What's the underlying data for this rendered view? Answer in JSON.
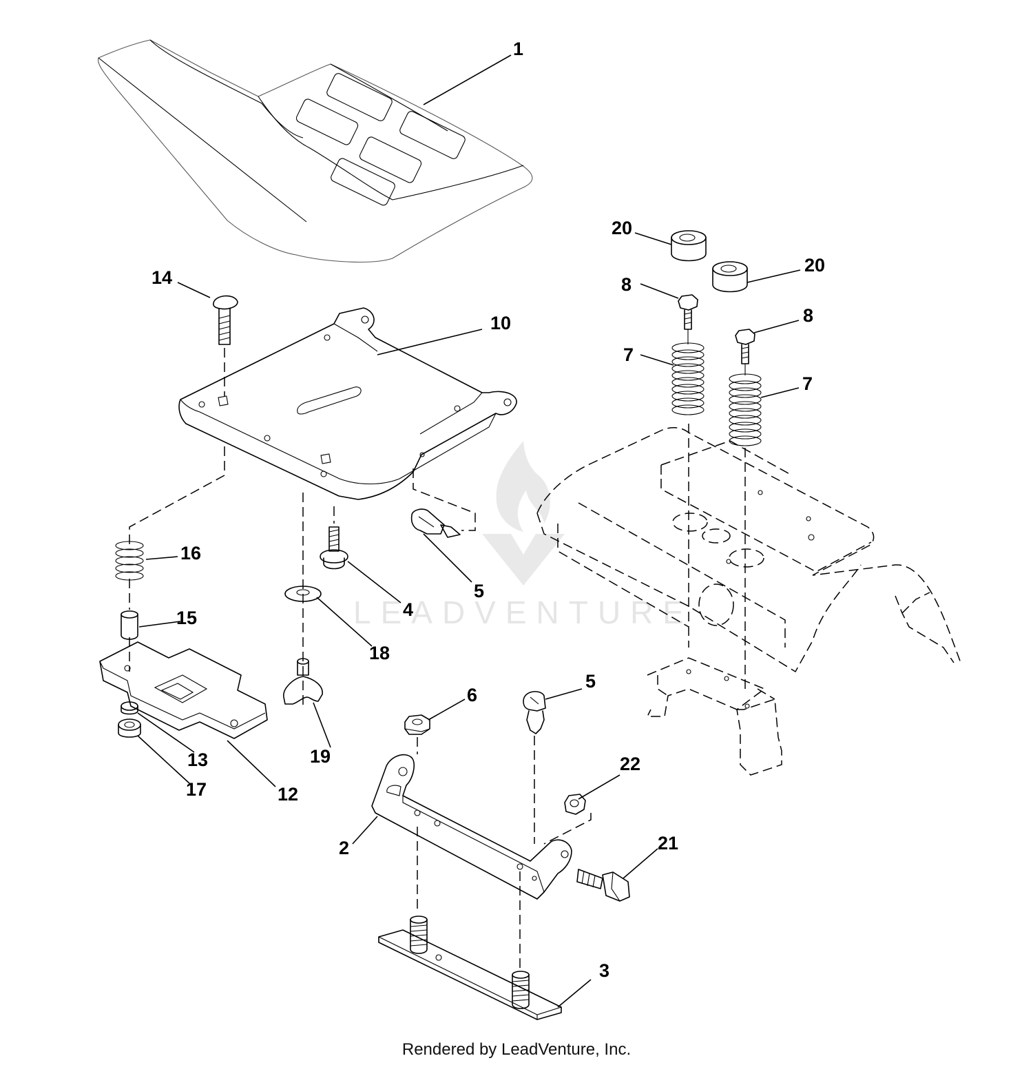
{
  "callouts": {
    "c1": "1",
    "c2": "2",
    "c3": "3",
    "c4": "4",
    "c5a": "5",
    "c5b": "5",
    "c6": "6",
    "c7a": "7",
    "c7b": "7",
    "c8a": "8",
    "c8b": "8",
    "c10": "10",
    "c12": "12",
    "c13": "13",
    "c14": "14",
    "c15": "15",
    "c16": "16",
    "c17": "17",
    "c18": "18",
    "c19": "19",
    "c20a": "20",
    "c20b": "20",
    "c21": "21",
    "c22": "22"
  },
  "watermark": {
    "text": "LEADVENTURE"
  },
  "footer": {
    "text": "Rendered by LeadVenture, Inc."
  }
}
